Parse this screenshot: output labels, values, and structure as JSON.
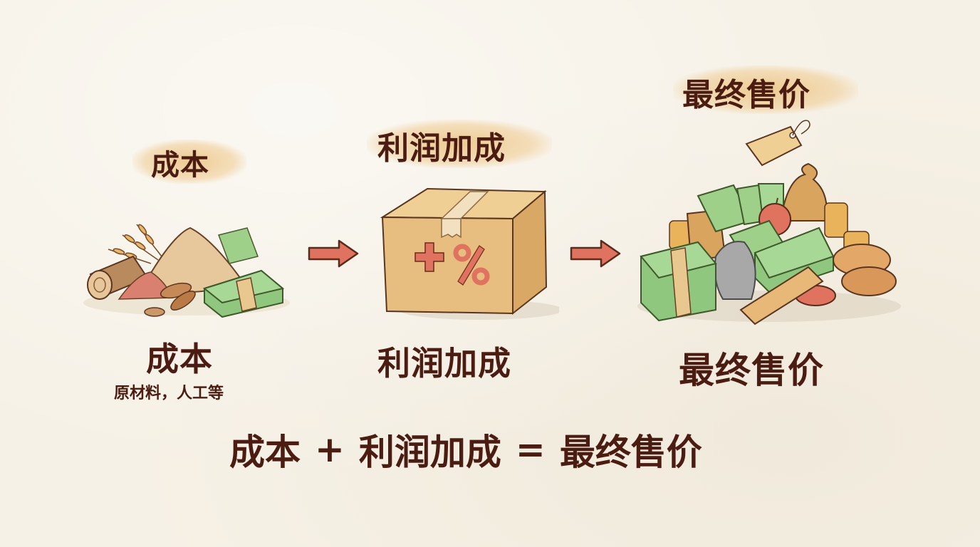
{
  "stages": [
    {
      "id": "cost",
      "top_label": "成本",
      "bottom_label": "成本",
      "sub_label": "原材料，人工等",
      "illustration": "raw-materials-and-cash"
    },
    {
      "id": "markup",
      "top_label": "利润加成",
      "bottom_label": "利润加成",
      "box_symbols": [
        "+",
        "%"
      ],
      "illustration": "cardboard-box"
    },
    {
      "id": "final-price",
      "top_label": "最终售价",
      "bottom_label": "最终售价",
      "illustration": "pile-of-money-and-goods-with-price-tag"
    }
  ],
  "arrows": [
    "arrow-right",
    "arrow-right"
  ],
  "formula": {
    "term1": "成本",
    "op1": "+",
    "term2": "利润加成",
    "op2": "=",
    "result": "最终售价"
  },
  "colors": {
    "background": "#f6f1e6",
    "text": "#4a1c12",
    "highlight": "#ecc482",
    "arrow": "#e0735f",
    "box": "#e7bd80",
    "cash": "#8fc77f"
  }
}
